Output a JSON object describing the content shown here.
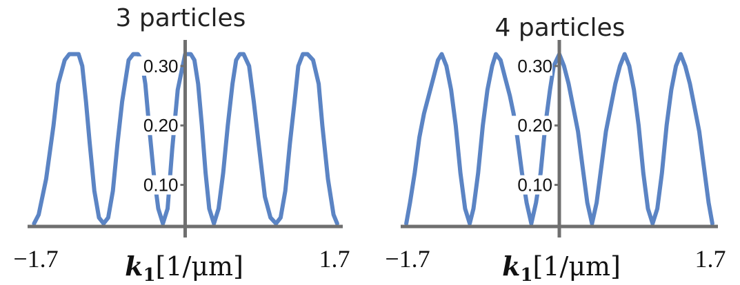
{
  "chart_data": [
    {
      "type": "line",
      "title": "3 particles",
      "xlabel": {
        "var": "k",
        "sub": "1",
        "unit": "[1/μm]"
      },
      "xlim": [
        -1.7,
        1.7
      ],
      "ylim": [
        0.03,
        0.33
      ],
      "x_ticks": [
        "−1.7",
        "1.7"
      ],
      "y_ticks": [
        {
          "value": 0.1,
          "label": "0.10"
        },
        {
          "value": 0.2,
          "label": "0.20"
        },
        {
          "value": 0.3,
          "label": "0.30"
        }
      ],
      "series": [
        {
          "color": "#5b84c4",
          "x": [
            -1.63,
            -1.58,
            -1.5,
            -1.42,
            -1.37,
            -1.3,
            -1.25,
            -1.2,
            -1.15,
            -1.11,
            -1.07,
            -1.03,
            -0.98,
            -0.93,
            -0.88,
            -0.83,
            -0.78,
            -0.73,
            -0.68,
            -0.61,
            -0.56,
            -0.51,
            -0.47,
            -0.43,
            -0.39,
            -0.34,
            -0.29,
            -0.24,
            -0.19,
            -0.14,
            -0.08,
            0.0,
            0.06,
            0.1,
            0.14,
            0.18,
            0.22,
            0.26,
            0.31,
            0.36,
            0.41,
            0.46,
            0.51,
            0.55,
            0.59,
            0.63,
            0.69,
            0.74,
            0.8,
            0.86,
            0.92,
            0.98,
            1.03,
            1.08,
            1.13,
            1.18,
            1.22,
            1.27,
            1.32,
            1.38,
            1.44,
            1.48,
            1.54,
            1.6,
            1.64
          ],
          "y": [
            0.035,
            0.05,
            0.11,
            0.2,
            0.27,
            0.31,
            0.32,
            0.32,
            0.32,
            0.3,
            0.24,
            0.17,
            0.09,
            0.045,
            0.035,
            0.045,
            0.09,
            0.17,
            0.24,
            0.31,
            0.32,
            0.32,
            0.31,
            0.27,
            0.2,
            0.12,
            0.06,
            0.035,
            0.06,
            0.16,
            0.26,
            0.32,
            0.32,
            0.31,
            0.27,
            0.2,
            0.12,
            0.06,
            0.035,
            0.06,
            0.12,
            0.2,
            0.27,
            0.31,
            0.32,
            0.32,
            0.3,
            0.24,
            0.16,
            0.08,
            0.045,
            0.035,
            0.045,
            0.09,
            0.17,
            0.24,
            0.3,
            0.32,
            0.32,
            0.31,
            0.27,
            0.2,
            0.11,
            0.05,
            0.035
          ]
        }
      ]
    },
    {
      "type": "line",
      "title": "4 particles",
      "xlabel": {
        "var": "k",
        "sub": "1",
        "unit": "[1/μm]"
      },
      "xlim": [
        -1.7,
        1.7
      ],
      "ylim": [
        0.03,
        0.33
      ],
      "x_ticks": [
        "−1.7",
        "1.7"
      ],
      "y_ticks": [
        {
          "value": 0.1,
          "label": "0.10"
        },
        {
          "value": 0.2,
          "label": "0.20"
        },
        {
          "value": 0.3,
          "label": "0.30"
        }
      ],
      "series": [
        {
          "color": "#5b84c4",
          "x": [
            -1.64,
            -1.6,
            -1.55,
            -1.5,
            -1.45,
            -1.4,
            -1.35,
            -1.3,
            -1.26,
            -1.21,
            -1.16,
            -1.11,
            -1.06,
            -1.01,
            -0.96,
            -0.92,
            -0.87,
            -0.82,
            -0.77,
            -0.72,
            -0.68,
            -0.63,
            -0.58,
            -0.53,
            -0.49,
            -0.45,
            -0.4,
            -0.35,
            -0.3,
            -0.25,
            -0.2,
            -0.15,
            -0.1,
            -0.06,
            0.0,
            0.05,
            0.1,
            0.15,
            0.2,
            0.25,
            0.3,
            0.35,
            0.4,
            0.45,
            0.5,
            0.55,
            0.6,
            0.65,
            0.7,
            0.75,
            0.8,
            0.85,
            0.9,
            0.95,
            1.0,
            1.05,
            1.1,
            1.15,
            1.2,
            1.25,
            1.3,
            1.35,
            1.4,
            1.45,
            1.5,
            1.55,
            1.6,
            1.64
          ],
          "y": [
            0.035,
            0.07,
            0.12,
            0.18,
            0.22,
            0.25,
            0.28,
            0.31,
            0.32,
            0.3,
            0.26,
            0.2,
            0.12,
            0.06,
            0.035,
            0.06,
            0.12,
            0.2,
            0.26,
            0.3,
            0.32,
            0.31,
            0.28,
            0.25,
            0.22,
            0.18,
            0.12,
            0.07,
            0.035,
            0.07,
            0.12,
            0.2,
            0.26,
            0.3,
            0.32,
            0.3,
            0.27,
            0.23,
            0.19,
            0.13,
            0.07,
            0.035,
            0.07,
            0.13,
            0.19,
            0.23,
            0.27,
            0.3,
            0.32,
            0.3,
            0.26,
            0.2,
            0.12,
            0.06,
            0.035,
            0.06,
            0.12,
            0.2,
            0.26,
            0.3,
            0.32,
            0.3,
            0.27,
            0.23,
            0.19,
            0.13,
            0.07,
            0.035
          ]
        }
      ]
    }
  ]
}
